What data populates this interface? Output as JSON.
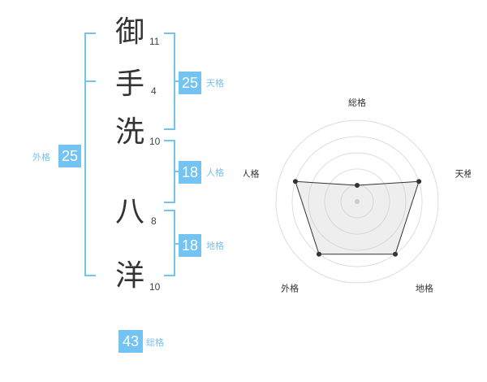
{
  "name_chars": [
    {
      "char": "御",
      "strokes": "11"
    },
    {
      "char": "手",
      "strokes": "4"
    },
    {
      "char": "洗",
      "strokes": "10"
    },
    {
      "char": "八",
      "strokes": "8"
    },
    {
      "char": "洋",
      "strokes": "10"
    }
  ],
  "kakusu": {
    "tenkaku": {
      "value": "25",
      "label": "天格"
    },
    "jinkaku": {
      "value": "18",
      "label": "人格"
    },
    "chikaku": {
      "value": "18",
      "label": "地格"
    },
    "gaikaku": {
      "value": "25",
      "label": "外格"
    },
    "soukaku": {
      "value": "43",
      "label": "総格"
    }
  },
  "colors": {
    "accent": "#73c4f2",
    "text": "#333333"
  },
  "chart_data": {
    "type": "radar",
    "axes": [
      "総格",
      "天格",
      "地格",
      "外格",
      "人格"
    ],
    "values": [
      0.2,
      0.8,
      0.8,
      0.8,
      0.8
    ],
    "rings": 5
  }
}
